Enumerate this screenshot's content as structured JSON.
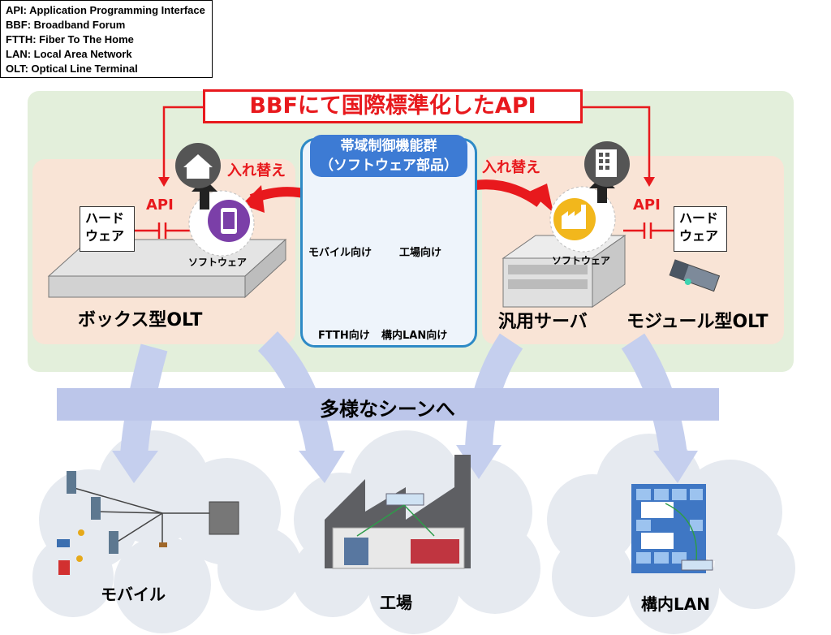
{
  "legend": [
    "API: Application Programming Interface",
    "BBF: Broadband Forum",
    "FTTH: Fiber To The Home",
    "LAN: Local Area Network",
    "OLT: Optical Line Terminal"
  ],
  "title_api": "BBFにて国際標準化したAPI",
  "core": {
    "title_line1": "帯域制御機能群",
    "title_line2": "（ソフトウェア部品）",
    "mobile": "モバイル向け",
    "factory": "工場向け",
    "ftth": "FTTH向け",
    "lan": "構内LAN向け"
  },
  "replace_left": "入れ替え",
  "replace_right": "入れ替え",
  "left": {
    "api": "API",
    "hardware_line1": "ハード",
    "hardware_line2": "ウェア",
    "software": "ソフトウェア",
    "device": "ボックス型OLT"
  },
  "right": {
    "api": "API",
    "hardware_line1": "ハード",
    "hardware_line2": "ウェア",
    "software": "ソフトウェア",
    "server": "汎用サーバ",
    "module": "モジュール型OLT"
  },
  "banner": "多様なシーンへ",
  "scenes": {
    "mobile": "モバイル",
    "factory": "工場",
    "lan": "構内LAN"
  },
  "colors": {
    "api_red": "#e8191d",
    "green_bg": "#e3efdb",
    "peach_bg": "#f9e4d6",
    "blue_arrow": "#c5cfee",
    "core_blue": "#3d7bd4",
    "purple": "#7b3fa8",
    "yellow": "#f2b71c",
    "green_icon": "#2fa84f",
    "lan_blue": "#2f7fd0"
  }
}
